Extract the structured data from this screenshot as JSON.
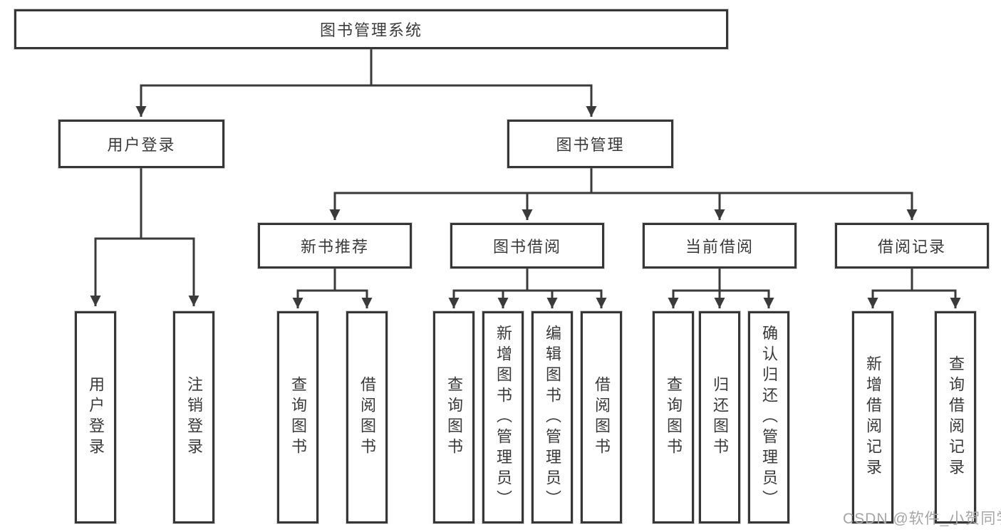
{
  "diagram": {
    "title": "图书管理系统",
    "tree": {
      "label": "图书管理系统",
      "children": [
        {
          "label": "用户登录",
          "children": [
            {
              "label": "用户登录"
            },
            {
              "label": "注销登录"
            }
          ]
        },
        {
          "label": "图书管理",
          "children": [
            {
              "label": "新书推荐",
              "children": [
                {
                  "label": "查询图书"
                },
                {
                  "label": "借阅图书"
                }
              ]
            },
            {
              "label": "图书借阅",
              "children": [
                {
                  "label": "查询图书"
                },
                {
                  "label": "新增图书（管理员）"
                },
                {
                  "label": "编辑图书（管理员）"
                },
                {
                  "label": "借阅图书"
                }
              ]
            },
            {
              "label": "当前借阅",
              "children": [
                {
                  "label": "查询图书"
                },
                {
                  "label": "归还图书"
                },
                {
                  "label": "确认归还（管理员）"
                }
              ]
            },
            {
              "label": "借阅记录",
              "children": [
                {
                  "label": "新增借阅记录"
                },
                {
                  "label": "查询借阅记录"
                }
              ]
            }
          ]
        }
      ]
    },
    "line_color": "#3a3a3a",
    "box_border_color": "#363636",
    "background_color": "#ffffff"
  },
  "watermark": {
    "text": "CSDN @软件_小贺同学"
  }
}
